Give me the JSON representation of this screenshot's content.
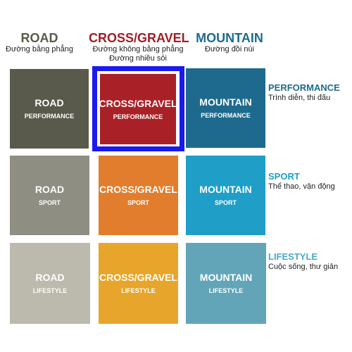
{
  "columns": [
    {
      "title": "ROAD",
      "subtitle": "Đường bằng phẳng",
      "subtitle2": "",
      "color": "#5a5a4c"
    },
    {
      "title": "CROSS/GRAVEL",
      "subtitle": "Đường không bằng phẳng",
      "subtitle2": "Đường nhiều sỏi",
      "color": "#a01e24"
    },
    {
      "title": "MOUNTAIN",
      "subtitle": "Đường đồi núi",
      "subtitle2": "",
      "color": "#1e6a8e"
    }
  ],
  "rows": [
    {
      "title": "PERFORMANCE",
      "subtitle": "Trình diễn, thi đấu",
      "color": "#1e6a8e"
    },
    {
      "title": "SPORT",
      "subtitle": "Thể thao, vận động",
      "color": "#1f9ec8"
    },
    {
      "title": "LIFESTYLE",
      "subtitle": "Cuộc sống, thư giản",
      "color": "#4ba9c5"
    }
  ],
  "cells": [
    [
      {
        "title": "ROAD",
        "label": "PERFORMANCE",
        "color": "#5a5a4c"
      },
      {
        "title": "CROSS/GRAVEL",
        "label": "PERFORMANCE",
        "color": "#a92126"
      },
      {
        "title": "MOUNTAIN",
        "label": "PERFORMANCE",
        "color": "#1e6a8e"
      }
    ],
    [
      {
        "title": "ROAD",
        "label": "SPORT",
        "color": "#8f8e82"
      },
      {
        "title": "CROSS/GRAVEL",
        "label": "SPORT",
        "color": "#e17d2c"
      },
      {
        "title": "MOUNTAIN",
        "label": "SPORT",
        "color": "#1f9ec8"
      }
    ],
    [
      {
        "title": "ROAD",
        "label": "LIFESTYLE",
        "color": "#bbbaad"
      },
      {
        "title": "CROSS/GRAVEL",
        "label": "LIFESTYLE",
        "color": "#e8a52b"
      },
      {
        "title": "MOUNTAIN",
        "label": "LIFESTYLE",
        "color": "#62a5b8"
      }
    ]
  ],
  "highlight_color": "#1a1aee"
}
